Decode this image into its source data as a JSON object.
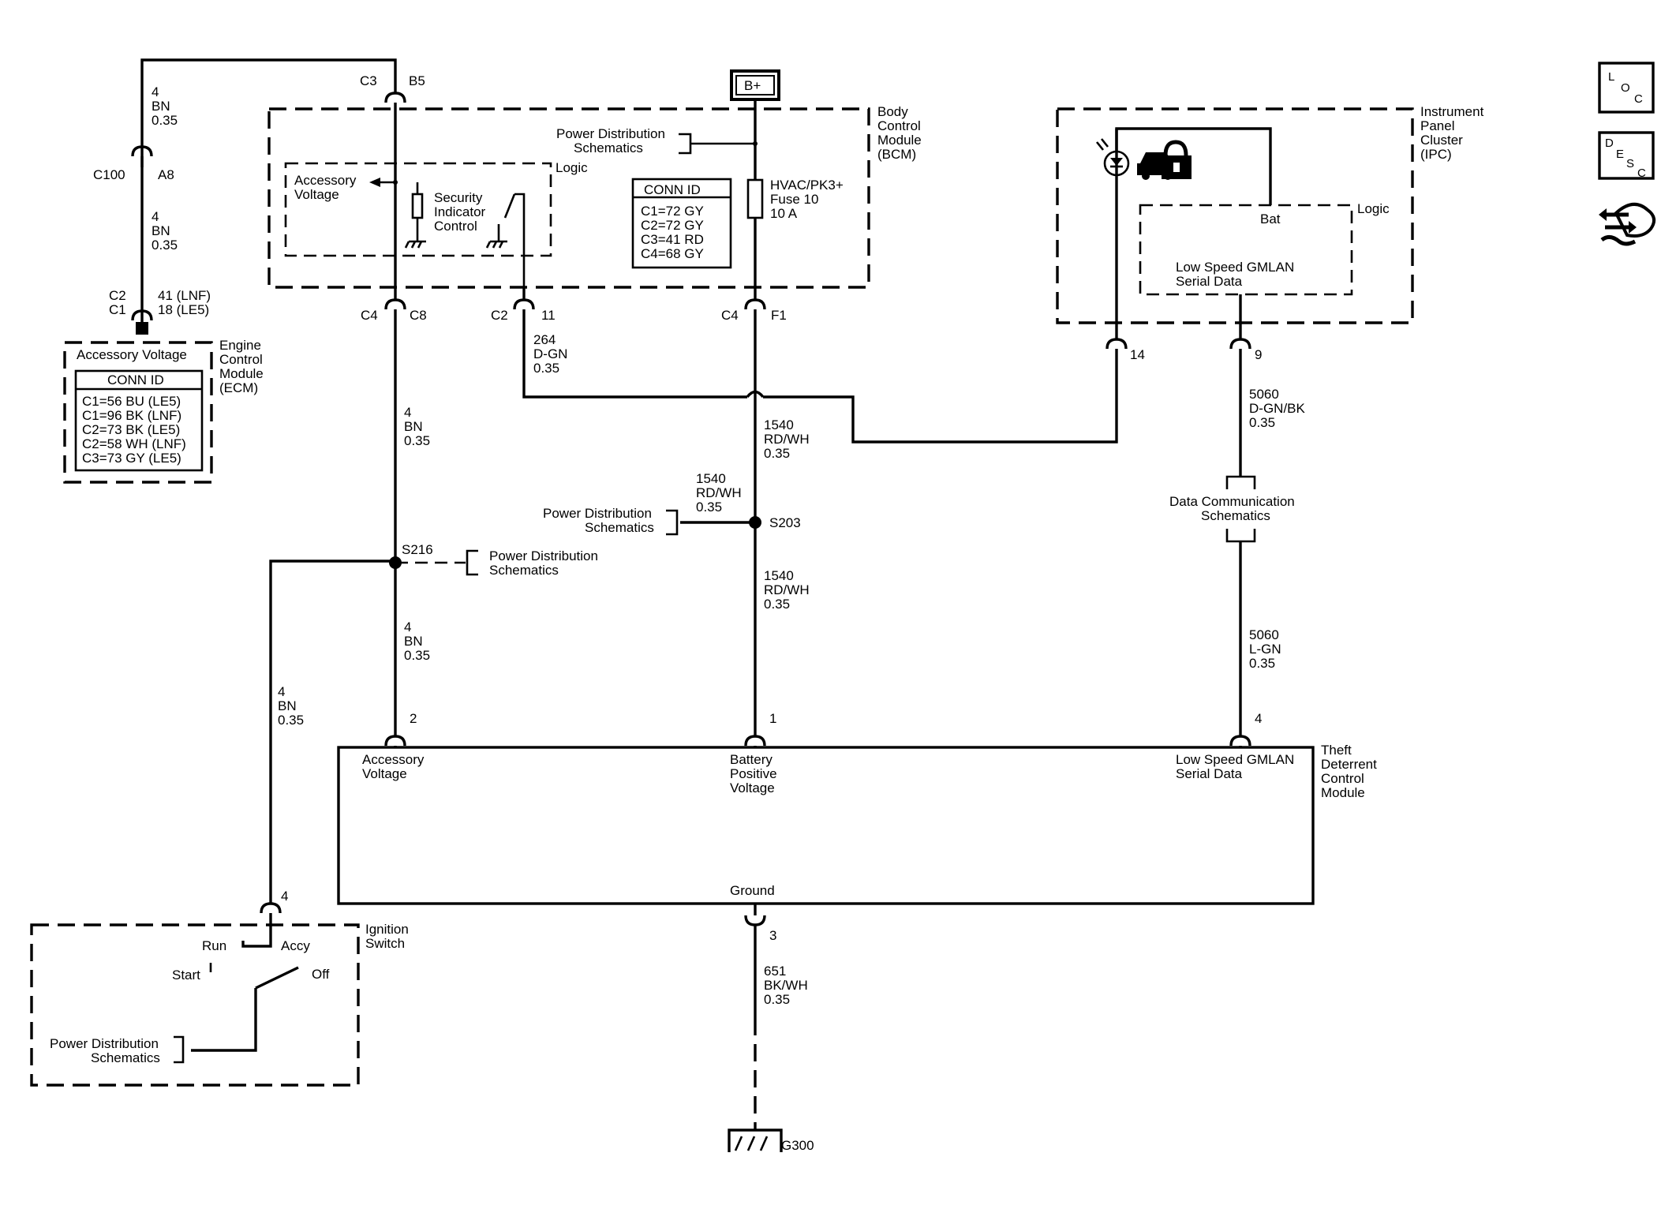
{
  "diagram_title": "",
  "top": {
    "bplus": "B+",
    "c3": "C3",
    "b5": "B5",
    "w4_1": "4",
    "w4_1b": "BN",
    "w4_1c": "0.35",
    "c100": "C100",
    "a8": "A8",
    "w4_2": "4",
    "w4_2b": "BN",
    "w4_2c": "0.35",
    "c2": "C2",
    "c1": "C1",
    "lnf41": "41 (LNF)",
    "le5_18": "18 (LE5)"
  },
  "ecm": {
    "title_1": "Engine",
    "title_2": "Control",
    "title_3": "Module",
    "title_4": "(ECM)",
    "acc_voltage": "Accessory Voltage",
    "conn_id": "CONN ID",
    "rows": [
      "C1=56 BU (LE5)",
      "C1=96 BK (LNF)",
      "C2=73 BK (LE5)",
      "C2=58 WH (LNF)",
      "C3=73 GY (LE5)"
    ]
  },
  "bcm": {
    "title_1": "Body",
    "title_2": "Control",
    "title_3": "Module",
    "title_4": "(BCM)",
    "pd_1": "Power Distribution",
    "pd_2": "Schematics",
    "logic": "Logic",
    "acc_1": "Accessory",
    "acc_2": "Voltage",
    "sec_1": "Security",
    "sec_2": "Indicator",
    "sec_3": "Control",
    "conn_id": "CONN ID",
    "rows": [
      "C1=72 GY",
      "C2=72 GY",
      "C3=41 RD",
      "C4=68 GY"
    ],
    "fuse_1": "HVAC/PK3+",
    "fuse_2": "Fuse 10",
    "fuse_3": "10 A",
    "c4a": "C4",
    "c8": "C8",
    "c2": "C2",
    "p11": "11",
    "c4b": "C4",
    "f1": "F1"
  },
  "ipc": {
    "title_1": "Instrument",
    "title_2": "Panel",
    "title_3": "Cluster",
    "title_4": "(IPC)",
    "logic": "Logic",
    "bat": "Bat",
    "gmlan_1": "Low Speed GMLAN",
    "gmlan_2": "Serial Data",
    "p14": "14",
    "p9": "9"
  },
  "wires": {
    "w264_1": "264",
    "w264_2": "D-GN",
    "w264_3": "0.35",
    "bn_a1": "4",
    "bn_a2": "BN",
    "bn_a3": "0.35",
    "rd_a1": "1540",
    "rd_a2": "RD/WH",
    "rd_a3": "0.35",
    "rd_b1": "1540",
    "rd_b2": "RD/WH",
    "rd_b3": "0.35",
    "s203": "S203",
    "pd203_1": "Power Distribution",
    "pd203_2": "Schematics",
    "s216": "S216",
    "pd216_1": "Power Distribution",
    "pd216_2": "Schematics",
    "rd_c1": "1540",
    "rd_c2": "RD/WH",
    "rd_c3": "0.35",
    "bn_b1": "4",
    "bn_b2": "BN",
    "bn_b3": "0.35",
    "bn_c1": "4",
    "bn_c2": "BN",
    "bn_c3": "0.35",
    "dg_1": "5060",
    "dg_2": "D-GN/BK",
    "dg_3": "0.35",
    "dcs_1": "Data Communication",
    "dcs_2": "Schematics",
    "lg_1": "5060",
    "lg_2": "L-GN",
    "lg_3": "0.35",
    "p2": "2",
    "p1": "1",
    "p4": "4",
    "p3": "3",
    "bk_1": "651",
    "bk_2": "BK/WH",
    "bk_3": "0.35",
    "g300": "G300"
  },
  "tdcm": {
    "title_1": "Theft",
    "title_2": "Deterrent",
    "title_3": "Control",
    "title_4": "Module",
    "acc_1": "Accessory",
    "acc_2": "Voltage",
    "bat_1": "Battery",
    "bat_2": "Positive",
    "bat_3": "Voltage",
    "gm_1": "Low Speed GMLAN",
    "gm_2": "Serial Data",
    "ground": "Ground"
  },
  "ign": {
    "title_1": "Ignition",
    "title_2": "Switch",
    "p4": "4",
    "run": "Run",
    "accy": "Accy",
    "start": "Start",
    "off": "Off",
    "pd_1": "Power Distribution",
    "pd_2": "Schematics"
  },
  "nav_icons": [
    "loc-icon",
    "desc-icon",
    "connector-end-view-icon"
  ]
}
